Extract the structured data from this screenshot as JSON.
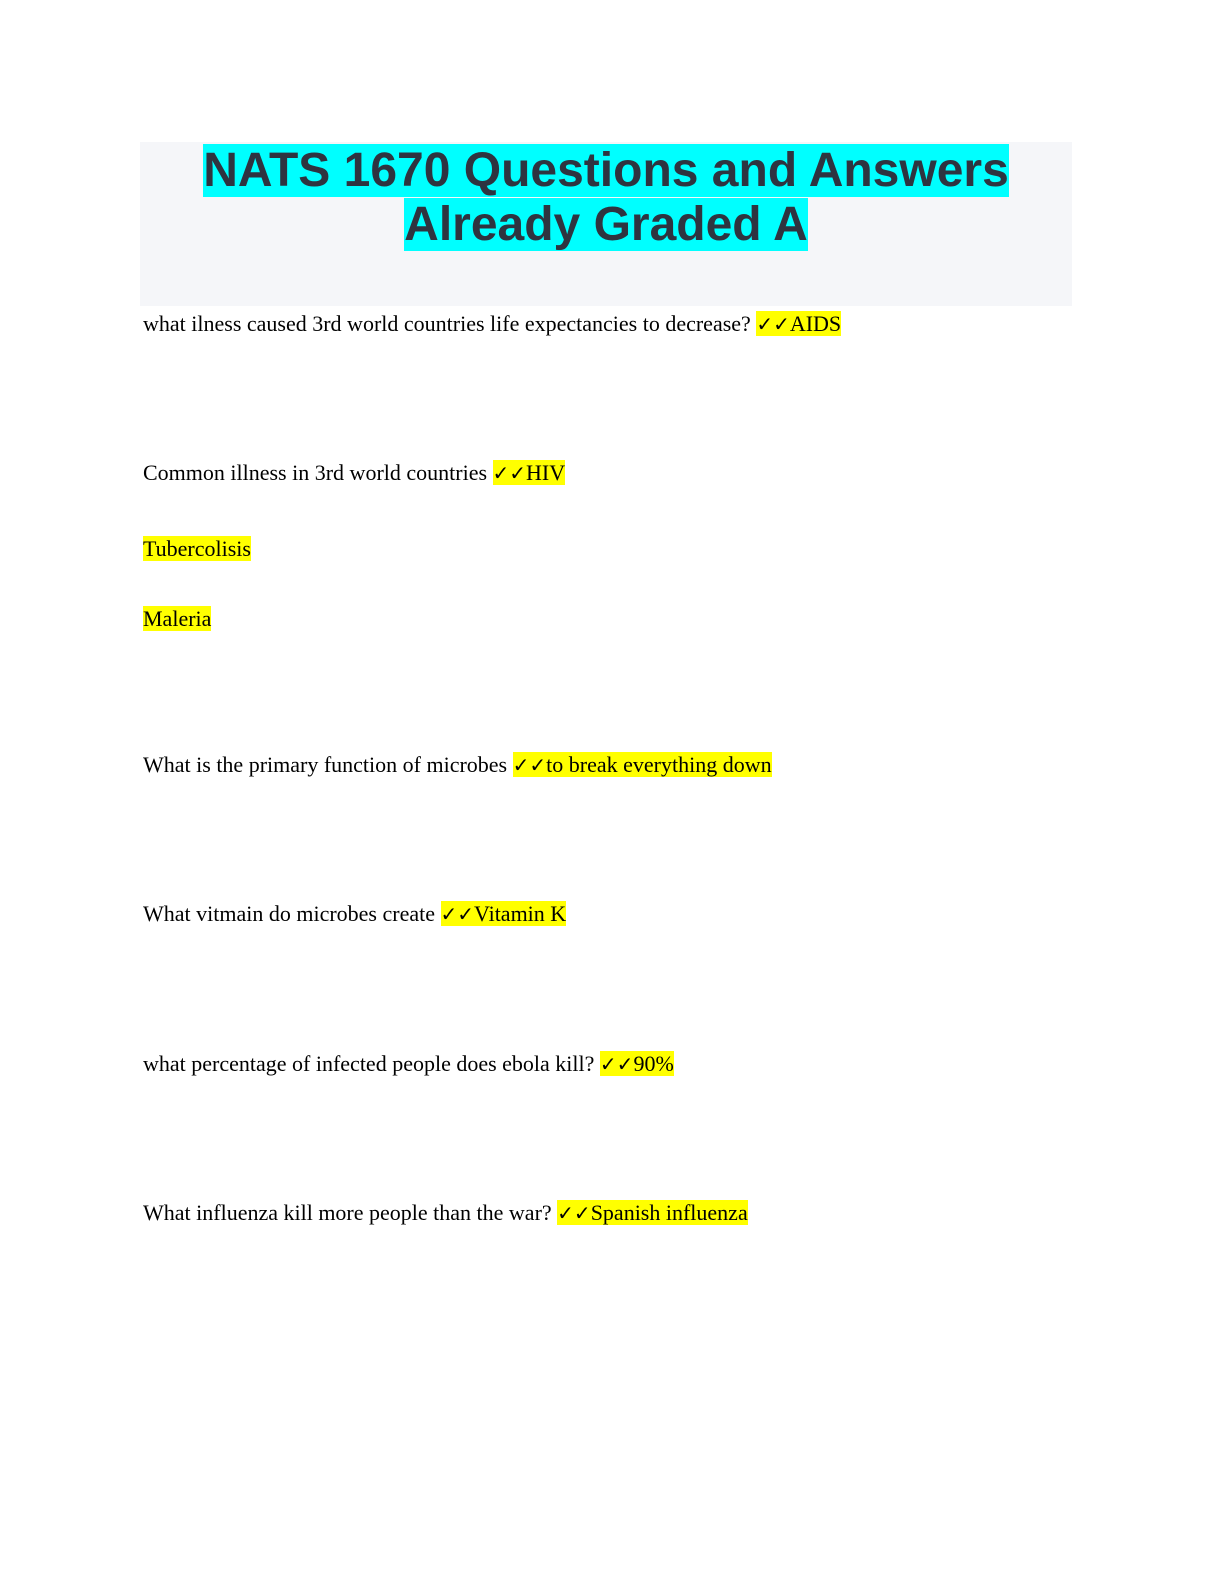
{
  "title": {
    "line1": "NATS 1670 Questions and Answers",
    "line2": "Already Graded A"
  },
  "check_mark": "✓✓",
  "items": [
    {
      "question": "what ilness caused 3rd world countries life expectancies to decrease? ",
      "answer": "AIDS"
    },
    {
      "question": "Common illness in 3rd world countries ",
      "answer": "HIV",
      "extra": [
        "Tubercolisis",
        "Maleria"
      ]
    },
    {
      "question": "What is the primary function of microbes ",
      "answer": "to break everything down"
    },
    {
      "question": "What vitmain do microbes create ",
      "answer": "Vitamin K"
    },
    {
      "question": "what percentage of infected people does ebola kill? ",
      "answer": "90%"
    },
    {
      "question": "What influenza kill more people than the war? ",
      "answer": "Spanish influenza"
    }
  ]
}
